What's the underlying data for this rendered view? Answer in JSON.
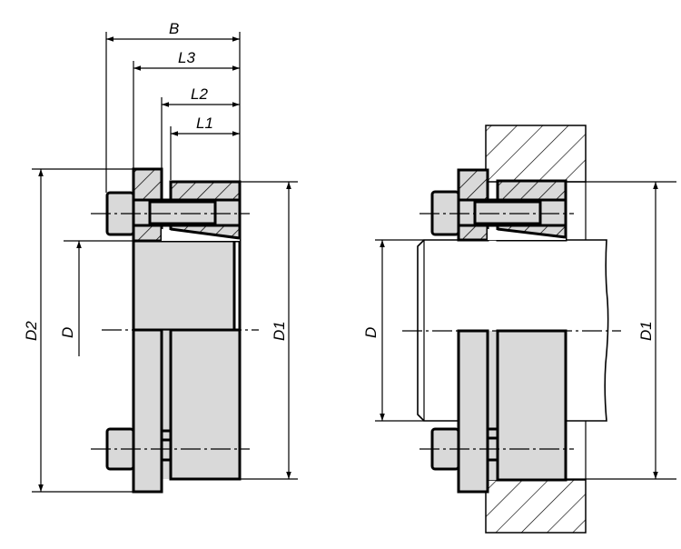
{
  "drawing": {
    "colors": {
      "part_fill": "#d9d9d9",
      "line": "#000000",
      "background": "#ffffff"
    },
    "left_view": {
      "labels": {
        "B": "B",
        "L3": "L3",
        "L2": "L2",
        "L1": "L1",
        "D2": "D2",
        "D": "D",
        "D1": "D1"
      }
    },
    "right_view": {
      "labels": {
        "D": "D",
        "D1": "D1"
      }
    }
  }
}
